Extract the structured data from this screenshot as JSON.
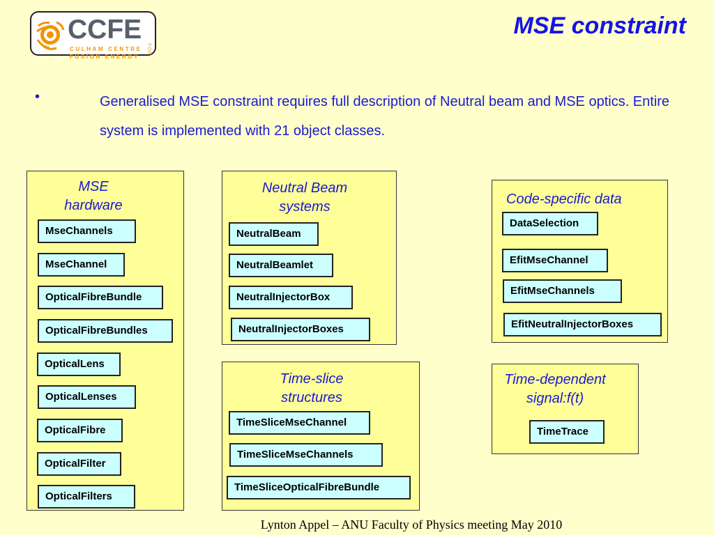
{
  "logo": {
    "brand": "CCFE",
    "line1": "CULHAM CENTRE",
    "line2_bold": "FUSION",
    "line2_rest": " ENERGY",
    "side": "FOR"
  },
  "slide": {
    "title": "MSE constraint"
  },
  "bullet": {
    "marker": "•",
    "text": "Generalised MSE constraint requires full description of Neutral beam and MSE optics.  Entire system is implemented with 21 object classes."
  },
  "panels": {
    "mse_hardware": {
      "title": "MSE\nhardware",
      "items": [
        "MseChannels",
        "MseChannel",
        "OpticalFibreBundle",
        "OpticalFibreBundles",
        "OpticalLens",
        "OpticalLenses",
        "OpticalFibre",
        "OpticalFilter",
        "OpticalFilters"
      ]
    },
    "neutral_beam": {
      "title": "Neutral Beam\nsystems",
      "items": [
        "NeutralBeam",
        "NeutralBeamlet",
        "NeutralInjectorBox",
        "NeutralInjectorBoxes"
      ]
    },
    "time_slice": {
      "title": "Time-slice\nstructures",
      "items": [
        "TimeSliceMseChannel",
        "TimeSliceMseChannels",
        "TimeSliceOpticalFibreBundle"
      ]
    },
    "code_specific": {
      "title": "Code-specific data",
      "items": [
        "DataSelection",
        "EfitMseChannel",
        "EfitMseChannels",
        "EfitNeutralInjectorBoxes"
      ]
    },
    "time_dependent": {
      "title": "Time-dependent\nsignal:f(t)",
      "items": [
        "TimeTrace"
      ]
    }
  },
  "footer": {
    "text": "Lynton Appel – ANU Faculty of Physics meeting May 2010"
  },
  "colors": {
    "background": "#ffffcc",
    "panel": "#ffff99",
    "class_box": "#ccffff",
    "title": "#1414e6",
    "body_text": "#1a1ad0"
  }
}
